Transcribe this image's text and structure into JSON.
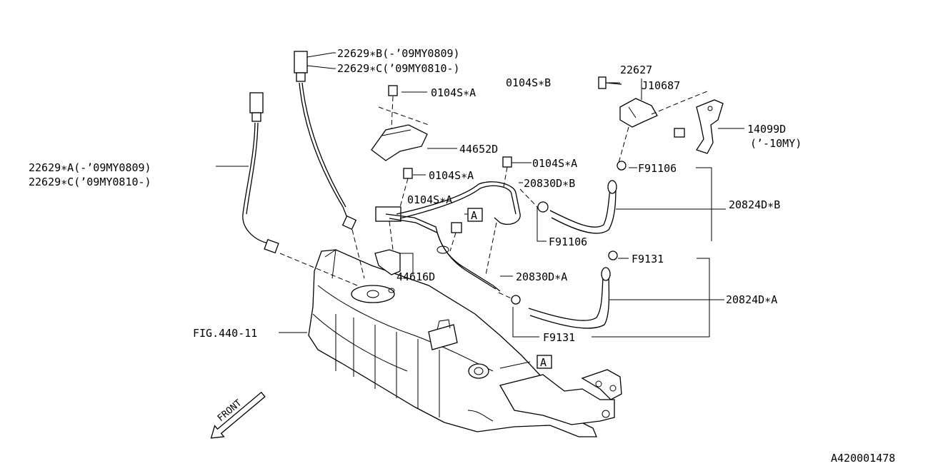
{
  "labels": {
    "sensor_b_1": "22629∗B(-’09MY0809)",
    "sensor_c_1": "22629∗C(’09MY0810-)",
    "sensor_a": "22629∗A(-’09MY0809)",
    "sensor_c_2": "22629∗C(’09MY0810-)",
    "sensor_22627": "22627",
    "bolt_0104s_b": "0104S∗B",
    "j10687": "J10687",
    "bolt_0104s_a_top": "0104S∗A",
    "bracket_44652d": "44652D",
    "bolt_0104s_a_mid1": "0104S∗A",
    "bolt_0104s_a_mid2": "0104S∗A",
    "bolt_0104s_a_mid3": "0104S∗A",
    "pipe_20830d_b": "20830D∗B",
    "clip_f91106_top": "F91106",
    "clip_f91106_bottom": "F91106",
    "hose_20824d_b": "20824D∗B",
    "bracket_14099d": "14099D",
    "bracket_14099d_note": "(’-10MY)",
    "bracket_44616d": "44616D",
    "pipe_20830d_a": "20830D∗A",
    "clip_f9131_top": "F9131",
    "clip_f9131_bottom": "F9131",
    "hose_20824d_a": "20824D∗A",
    "fig_ref": "FIG.440-11",
    "ref_a_1": "A",
    "ref_a_2": "A",
    "front_label": "FRONT",
    "diagram_id": "A420001478"
  }
}
